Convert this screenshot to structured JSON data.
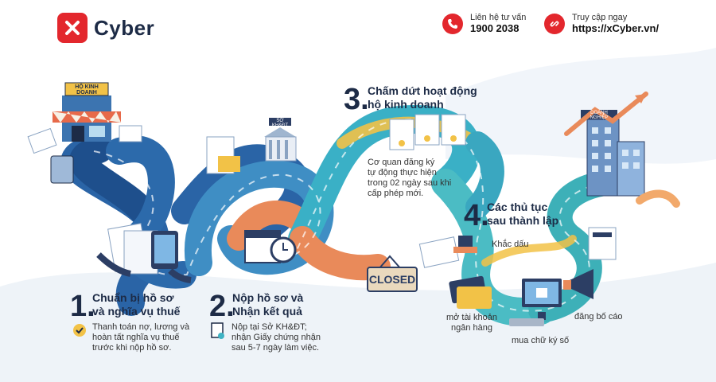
{
  "brand": {
    "name": "Cyber"
  },
  "contacts": [
    {
      "label": "Liên hệ tư vấn",
      "value": "1900 2038",
      "icon": "phone-icon"
    },
    {
      "label": "Truy cập ngay",
      "value": "https://xCyber.vn/",
      "icon": "link-icon"
    }
  ],
  "signs": {
    "shop": "HỘ KINH DOANH",
    "gov": "SỞ KH&ĐT",
    "company": "DOANH NGHIỆP",
    "closed": "CLOSED"
  },
  "steps": [
    {
      "number": "1.",
      "title_line1": "Chuẩn bị hồ sơ",
      "title_line2": "và nghĩa vụ thuế",
      "desc": [
        "Thanh toán nợ, lương và",
        "hoàn tất nghĩa vụ thuế",
        "trước khi nộp hồ sơ."
      ]
    },
    {
      "number": "2.",
      "title_line1": "Nộp hồ sơ và",
      "title_line2": "Nhận kết quả",
      "desc": [
        "Nộp tại Sở KH&ĐT;",
        "nhận Giấy chứng nhận",
        "sau 5-7 ngày làm việc."
      ]
    },
    {
      "number": "3.",
      "title_line1": "Chấm dứt hoạt động",
      "title_line2": "hộ kinh doanh",
      "desc": [
        "Cơ quan đăng ký",
        "tự động thực hiện",
        "trong 02 ngày sau khi",
        "cấp phép mới."
      ]
    },
    {
      "number": "4.",
      "title_line1": "Các thủ tục",
      "title_line2": "sau thành lập",
      "desc": []
    }
  ],
  "post_tasks": {
    "seal": "Khắc dấu",
    "bank_line1": "mở tài khoản",
    "bank_line2": "ngân hàng",
    "signature": "mua chữ ký số",
    "announce": "đăng bố cáo"
  },
  "colors": {
    "brand_red": "#e3272d",
    "navy": "#1d2b46",
    "road_blue": "#2e6fae",
    "road_teal": "#3fb3c4",
    "road_orange": "#e98a5a",
    "road_yellow": "#f2c247"
  }
}
